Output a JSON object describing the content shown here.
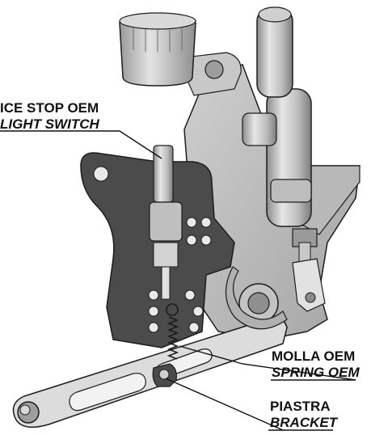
{
  "labels": {
    "light_switch": {
      "line1": "ICE STOP OEM",
      "line2": "LIGHT SWITCH"
    },
    "spring": {
      "line1": "MOLLA OEM",
      "line2": "SPRING OEM"
    },
    "bracket": {
      "line1": "PIASTRA",
      "line2": "BRACKET"
    }
  },
  "colors": {
    "plate": "#4b4b4b",
    "plate_dark": "#2e2e2e",
    "metal_light": "#d9d9d9",
    "metal_mid": "#a9a9a9",
    "metal_dark": "#7a7a7a",
    "outline": "#1c1c1c"
  }
}
